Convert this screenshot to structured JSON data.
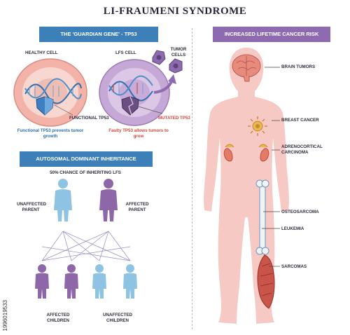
{
  "title": "LI-FRAUMENI SYNDROME",
  "guardian": {
    "banner": "THE 'GUARDIAN GENE' - TP53",
    "healthy_label": "HEALTHY CELL",
    "lfs_label": "LFS CELL",
    "tumor_label": "TUMOR CELLS",
    "functional_label": "FUNCTIONAL TP53",
    "mutated_label": "MUTATED TP53",
    "healthy_caption": "Functional TP53 prevents tumor growth",
    "lfs_caption": "Faulty TP53 allows tumors to grow"
  },
  "inheritance": {
    "banner": "Autosomal dominant inheritance",
    "chance": "50% CHANCE OF INHERITING LFS",
    "unaffected_parent": "UNAFFECTED PARENT",
    "affected_parent": "AFFECTED PARENT",
    "affected_children": "AFFECTED CHILDREN",
    "unaffected_children": "UNAFFECTED CHILDREN"
  },
  "risk": {
    "banner": "Increased lifetime cancer risk",
    "labels": [
      "BRAIN TUMORS",
      "BREAST CANCER",
      "ADRENOCORTICAL CARCINOMA",
      "OSTEOSARCOMA",
      "LEUKEMIA",
      "SARCOMAS"
    ]
  },
  "colors": {
    "blue_banner": "#3d7fb8",
    "purple_banner": "#8e6bb1",
    "healthy_blue": "#8fc3e4",
    "affected_purple": "#8d67a8",
    "body_pink": "#f6c9c4",
    "caption_red": "#d2493e"
  },
  "watermark": "1996019533"
}
